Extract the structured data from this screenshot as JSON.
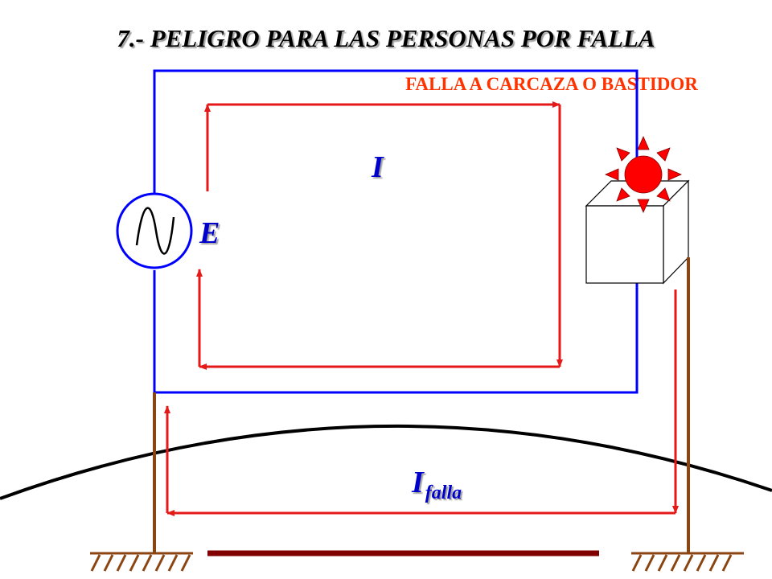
{
  "title": "7.- PELIGRO PARA LAS PERSONAS POR FALLA",
  "subtitle": "FALLA A CARCAZA O BASTIDOR",
  "labels": {
    "source": "E",
    "current": "I",
    "fault_current_main": "I",
    "fault_current_sub": "falla"
  },
  "colors": {
    "title": "#000000",
    "subtitle": "#ff3300",
    "circuit": "#0000ff",
    "current_arrows": "#e61919",
    "ground_wire": "#8b4513",
    "ground_plate": "#800000",
    "ground_curve": "#000000",
    "fault_sun": "#ff0000",
    "labels": "#0000cc"
  },
  "icons": {
    "source": "ac-source-icon",
    "fault": "fault-spark-icon",
    "equipment": "equipment-enclosure-icon",
    "ground": "ground-symbol-icon"
  }
}
